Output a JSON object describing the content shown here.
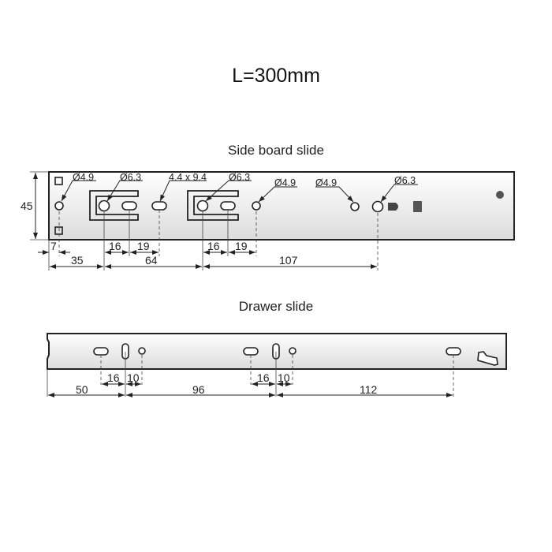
{
  "title": "L=300mm",
  "side_board": {
    "title": "Side board slide",
    "height_label": "45",
    "callouts": [
      "Ø4.9",
      "Ø6.3",
      "4.4 x 9.4",
      "Ø6.3",
      "Ø4.9",
      "Ø4.9",
      "Ø6.3"
    ],
    "dims_row1": [
      "7",
      "16",
      "19",
      "16",
      "19"
    ],
    "dims_row2": [
      "35",
      "64",
      "107"
    ]
  },
  "drawer": {
    "title": "Drawer slide",
    "dims_row1": [
      "16",
      "10",
      "16",
      "10"
    ],
    "dims_row2": [
      "50",
      "96",
      "112"
    ]
  },
  "colors": {
    "line": "#222222",
    "panel_top": "#ffffff",
    "panel_bottom": "#dcdcdc"
  }
}
